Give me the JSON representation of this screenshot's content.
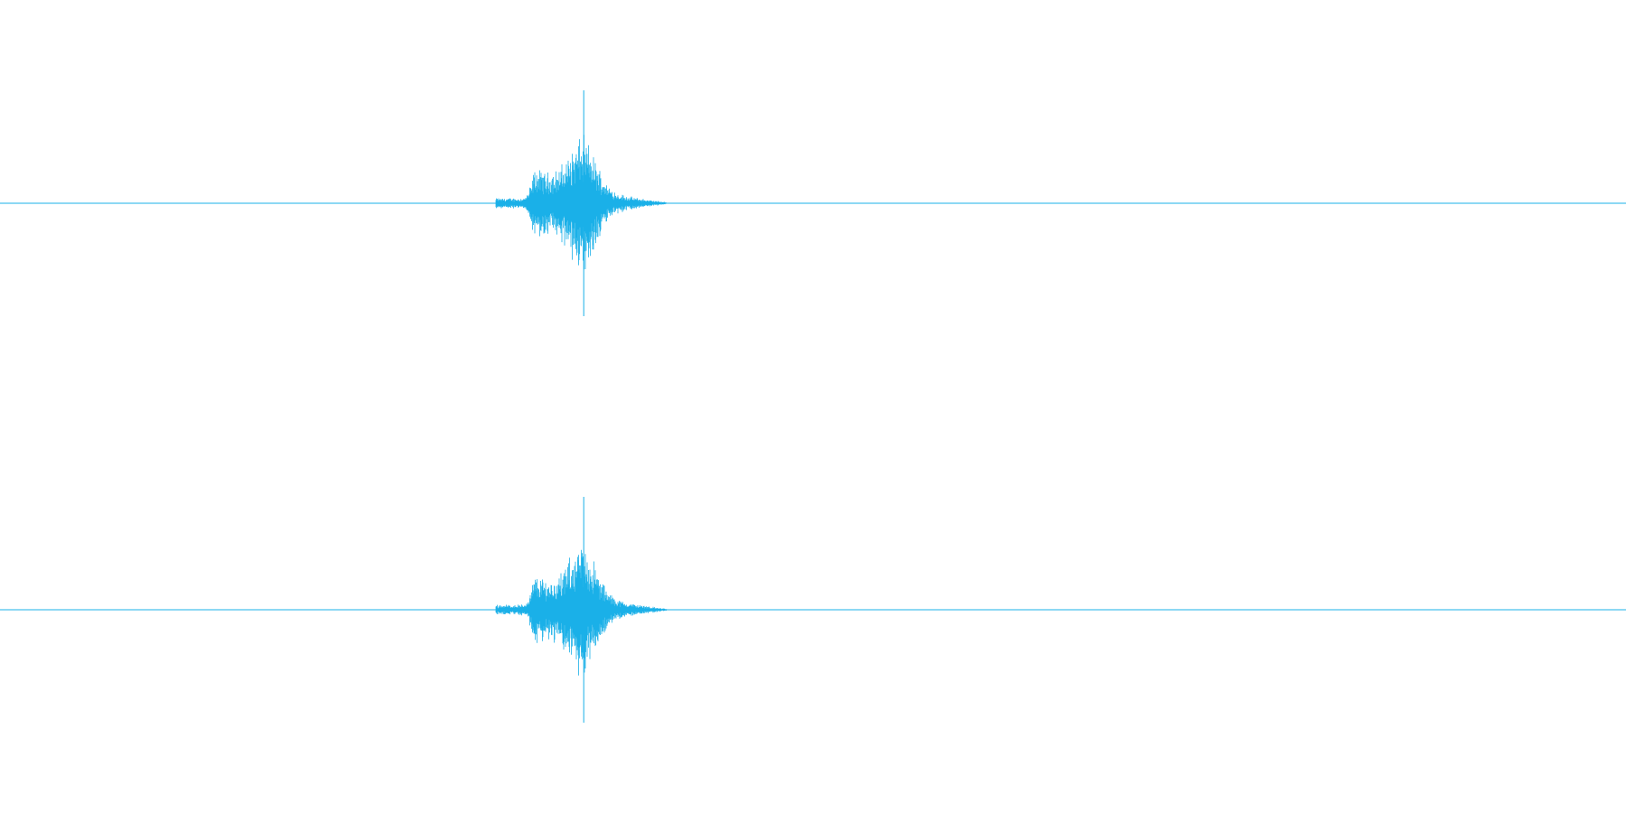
{
  "waveform": {
    "color": "#1ab0e8",
    "channels": [
      {
        "channel": 1
      },
      {
        "channel": 2
      }
    ],
    "burst": {
      "start_fraction": 0.305,
      "end_fraction": 0.41,
      "peak_fraction": 0.359,
      "peak_amplitude": 1.0
    }
  }
}
